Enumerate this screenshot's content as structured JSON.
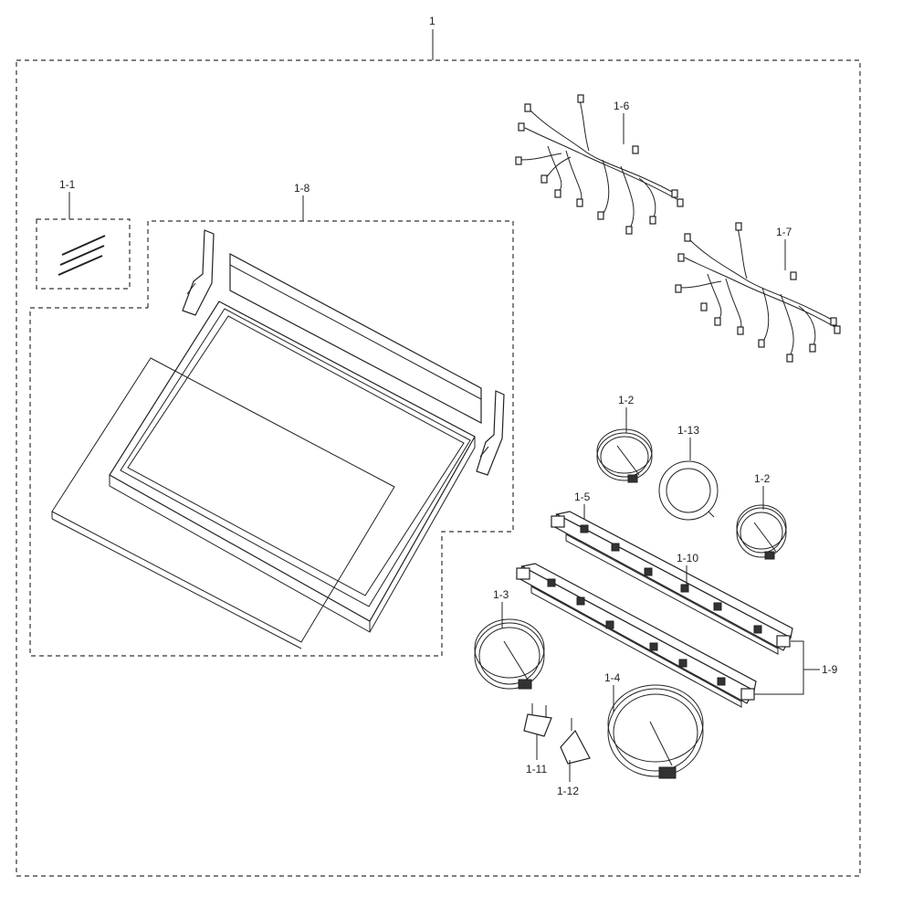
{
  "diagram": {
    "assembly_label": "1",
    "parts": {
      "p1_1": "1-1",
      "p1_2a": "1-2",
      "p1_2b": "1-2",
      "p1_3": "1-3",
      "p1_4": "1-4",
      "p1_5": "1-5",
      "p1_6": "1-6",
      "p1_7": "1-7",
      "p1_8": "1-8",
      "p1_9": "1-9",
      "p1_10": "1-10",
      "p1_11": "1-11",
      "p1_12": "1-12",
      "p1_13": "1-13"
    }
  }
}
